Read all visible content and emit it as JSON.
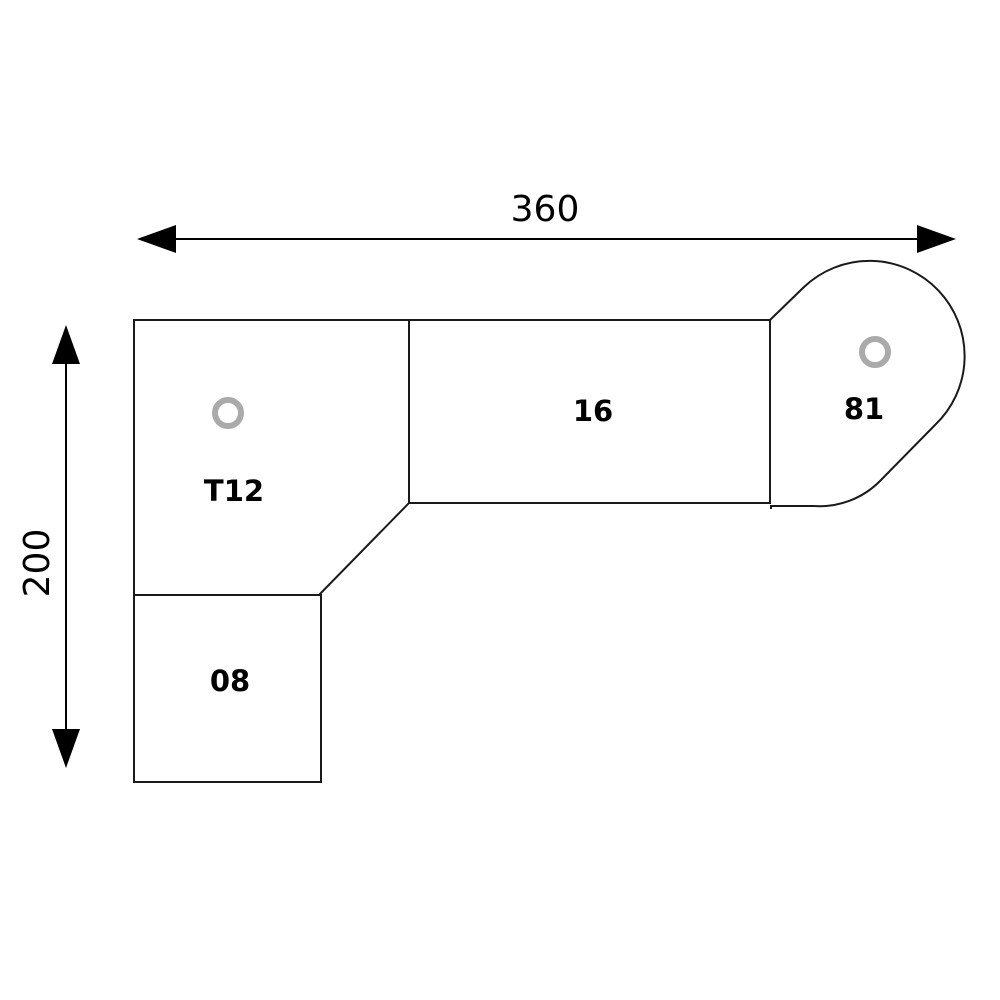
{
  "dimensions": {
    "width_value": "360",
    "height_value": "200"
  },
  "pieces": {
    "corner": {
      "label": "T12"
    },
    "bottom": {
      "label": "08"
    },
    "middle": {
      "label": "16"
    },
    "end": {
      "label": "81"
    }
  },
  "colors": {
    "outline": "#1a1a1a",
    "grommet": "#aaaaaa",
    "text": "#000000"
  }
}
